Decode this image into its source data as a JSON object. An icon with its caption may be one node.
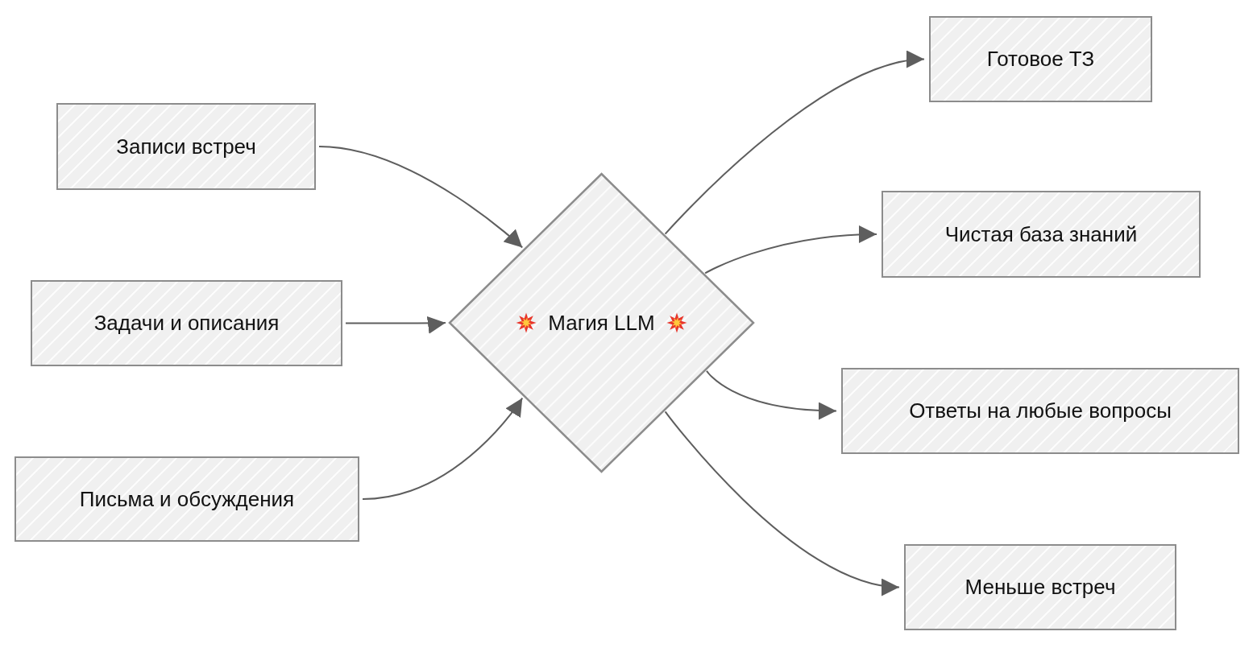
{
  "diagram": {
    "nodes": [
      {
        "text": [
          "Записи встреч"
        ]
      },
      {
        "text": [
          "Задачи и описания"
        ]
      },
      {
        "text": [
          "Письма и обсуждения"
        ]
      },
      {
        "text": [
          "Магия LLM"
        ]
      },
      {
        "text": [
          "Готовое ТЗ"
        ]
      },
      {
        "text": [
          "Чистая база знаний"
        ]
      },
      {
        "text": [
          "Ответы на любые вопросы"
        ]
      },
      {
        "text": [
          "Меньше встреч"
        ]
      }
    ],
    "edges": [
      {
        "from": 0,
        "to": 3,
        "arrow": "to"
      },
      {
        "from": 1,
        "to": 3,
        "arrow": "to"
      },
      {
        "from": 2,
        "to": 3,
        "arrow": "to"
      },
      {
        "from": 3,
        "to": 4,
        "arrow": "to"
      },
      {
        "from": 3,
        "to": 5,
        "arrow": "to"
      },
      {
        "from": 3,
        "to": 6,
        "arrow": "to"
      },
      {
        "from": 3,
        "to": 7,
        "arrow": "to"
      }
    ]
  }
}
